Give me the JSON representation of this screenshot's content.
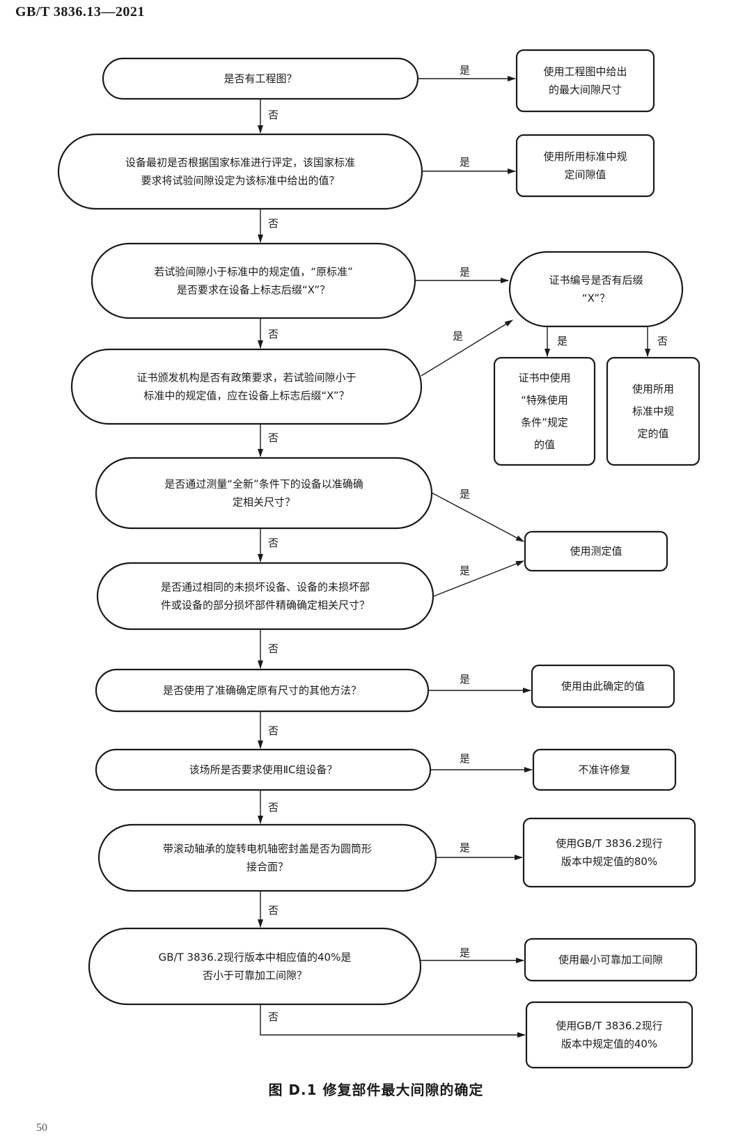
{
  "header": {
    "standard": "GB/T  3836.13—2021"
  },
  "page_number": "50",
  "caption": "图 D.1   修复部件最大间隙的确定",
  "labels": {
    "yes": "是",
    "no": "否"
  },
  "decisions": [
    {
      "lines": [
        "是否有工程图？"
      ]
    },
    {
      "lines": [
        "设备最初是否根据国家标准进行评定，该国家标准",
        "要求将试验间隙设定为该标准中给出的值？"
      ]
    },
    {
      "lines": [
        "若试验间隙小于标准中的规定值，“原标准”",
        "是否要求在设备上标志后缀“X”？"
      ]
    },
    {
      "lines": [
        "证书颁发机构是否有政策要求，若试验间隙小于",
        "标准中的规定值，应在设备上标志后缀“X”？"
      ]
    },
    {
      "lines": [
        "是否通过测量“全新”条件下的设备以准确确",
        "定相关尺寸？"
      ]
    },
    {
      "lines": [
        "是否通过相同的未损坏设备、设备的未损坏部",
        "件或设备的部分损坏部件精确确定相关尺寸？"
      ]
    },
    {
      "lines": [
        "是否使用了准确确定原有尺寸的其他方法？"
      ]
    },
    {
      "lines": [
        "该场所是否要求使用ⅡC组设备？"
      ]
    },
    {
      "lines": [
        "带滚动轴承的旋转电机轴密封盖是否为圆筒形",
        "接合面？"
      ]
    },
    {
      "lines": [
        "GB/T 3836.2现行版本中相应值的40%是",
        "否小于可靠加工间隙？"
      ]
    },
    {
      "lines": [
        "证书编号是否有后缀",
        "“X”？"
      ]
    }
  ],
  "outcomes": [
    {
      "lines": [
        "使用工程图中给出",
        "的最大间隙尺寸"
      ]
    },
    {
      "lines": [
        "使用所用标准中规",
        "定间隙值"
      ]
    },
    {
      "lines": [
        "证书中使用",
        "“特殊使用",
        "条件”规定",
        "的值"
      ]
    },
    {
      "lines": [
        "使用所用",
        "标准中规",
        "定的值"
      ]
    },
    {
      "lines": [
        "使用测定值"
      ]
    },
    {
      "lines": [
        "使用由此确定的值"
      ]
    },
    {
      "lines": [
        "不准许修复"
      ]
    },
    {
      "lines": [
        "使用GB/T 3836.2现行",
        "版本中规定值的80%"
      ]
    },
    {
      "lines": [
        "使用最小可靠加工间隙"
      ]
    },
    {
      "lines": [
        "使用GB/T 3836.2现行",
        "版本中规定值的40%"
      ]
    }
  ],
  "colors": {
    "stroke": "#1a1a1a",
    "background": "#ffffff"
  }
}
